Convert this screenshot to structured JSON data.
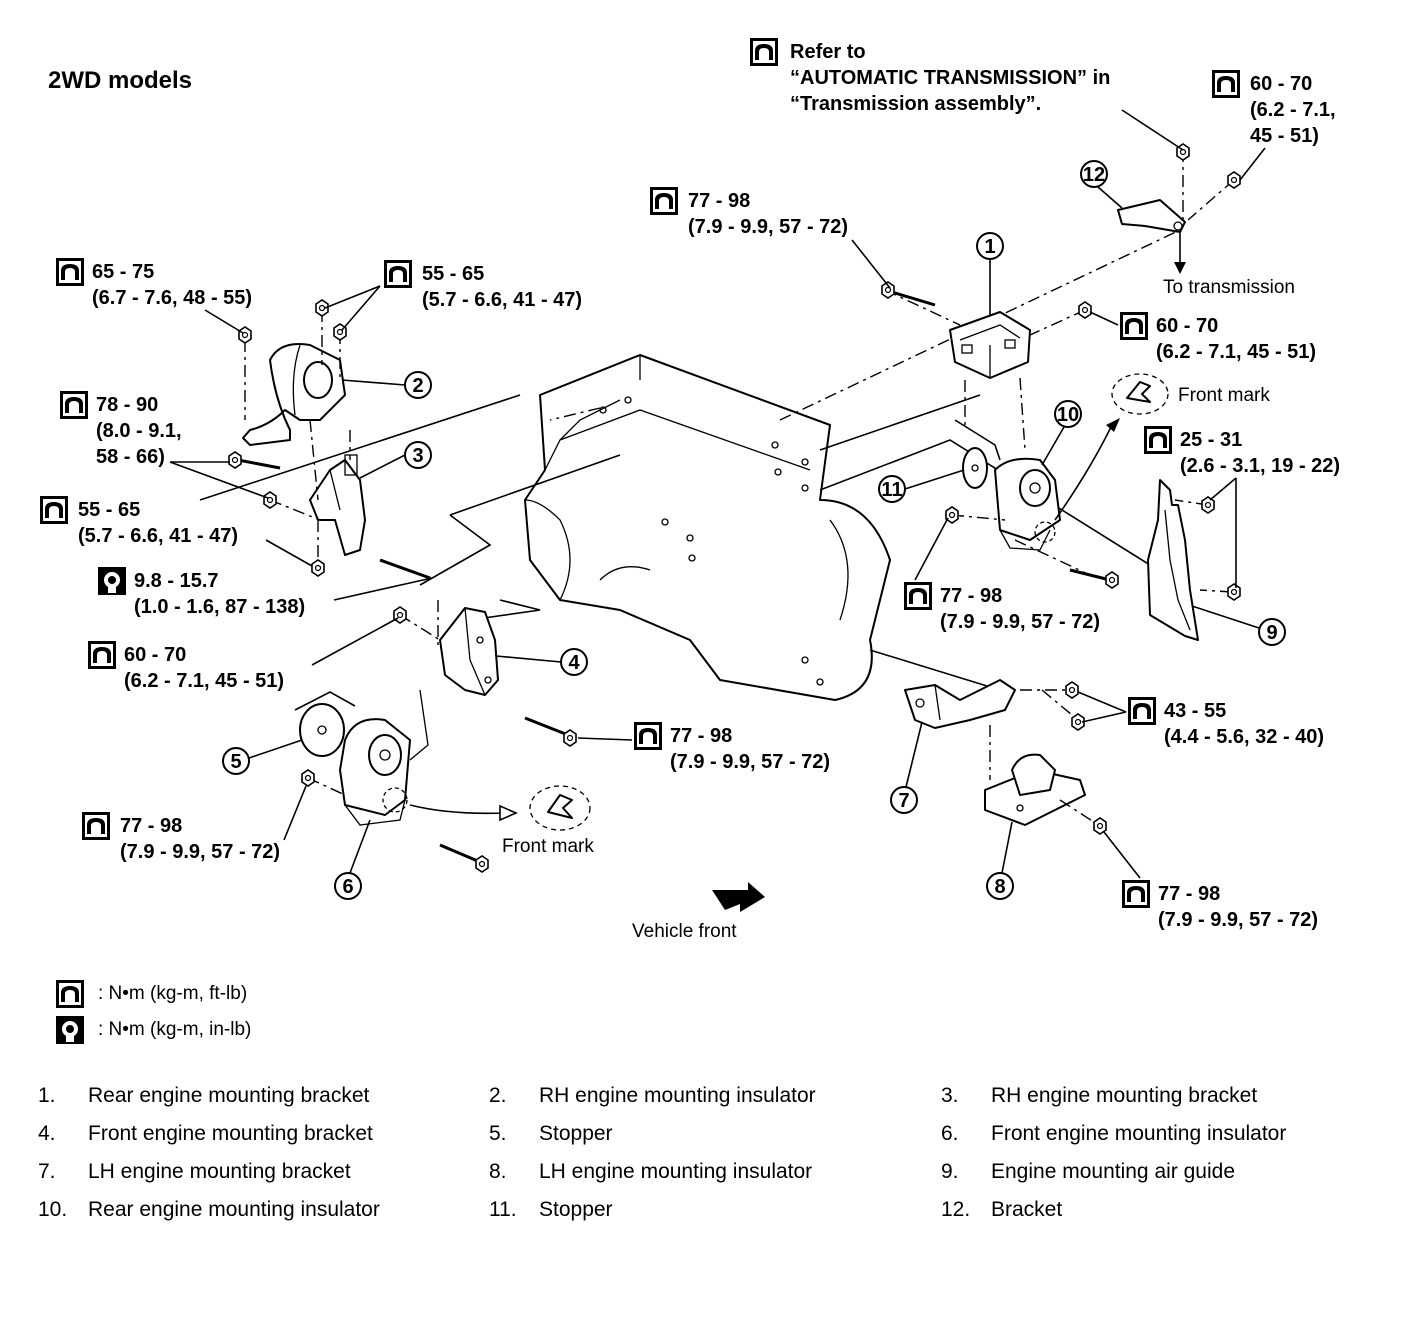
{
  "title": "2WD models",
  "note": {
    "line1": "Refer to",
    "line2": "“AUTOMATIC TRANSMISSION” in",
    "line3": "“Transmission assembly”."
  },
  "labels": {
    "to_transmission": "To transmission",
    "front_mark_right": "Front mark",
    "front_mark_left": "Front mark",
    "vehicle_front": "Vehicle front"
  },
  "torques": [
    {
      "id": "t1",
      "l1": "60 - 70",
      "l2": "(6.2 - 7.1,",
      "l3": "45 - 51)"
    },
    {
      "id": "t2",
      "l1": "77 - 98",
      "l2": "(7.9 - 9.9, 57 - 72)"
    },
    {
      "id": "t3",
      "l1": "65 - 75",
      "l2": "(6.7 - 7.6, 48 - 55)"
    },
    {
      "id": "t4",
      "l1": "55 - 65",
      "l2": "(5.7 - 6.6, 41 - 47)"
    },
    {
      "id": "t5",
      "l1": "60 - 70",
      "l2": "(6.2 - 7.1, 45 - 51)"
    },
    {
      "id": "t6",
      "l1": "78 - 90",
      "l2": "(8.0 - 9.1,",
      "l3": "58 - 66)"
    },
    {
      "id": "t7",
      "l1": "25 - 31",
      "l2": "(2.6 - 3.1, 19 - 22)"
    },
    {
      "id": "t8",
      "l1": "55 - 65",
      "l2": "(5.7 - 6.6, 41 - 47)"
    },
    {
      "id": "t9",
      "l1": "9.8 - 15.7",
      "l2": "(1.0 - 1.6, 87 - 138)"
    },
    {
      "id": "t10",
      "l1": "77 - 98",
      "l2": "(7.9 - 9.9, 57 - 72)"
    },
    {
      "id": "t11",
      "l1": "60 - 70",
      "l2": "(6.2 - 7.1, 45 - 51)"
    },
    {
      "id": "t12",
      "l1": "43 - 55",
      "l2": "(4.4 - 5.6, 32 - 40)"
    },
    {
      "id": "t13",
      "l1": "77 - 98",
      "l2": "(7.9 - 9.9, 57 - 72)"
    },
    {
      "id": "t14",
      "l1": "77 - 98",
      "l2": "(7.9 - 9.9, 57 - 72)"
    },
    {
      "id": "t15",
      "l1": "77 - 98",
      "l2": "(7.9 - 9.9, 57 - 72)"
    }
  ],
  "callouts": [
    "1",
    "2",
    "3",
    "4",
    "5",
    "6",
    "7",
    "8",
    "9",
    "10",
    "11",
    "12"
  ],
  "units": {
    "ftlb": ": N•m (kg-m, ft-lb)",
    "inlb": ": N•m (kg-m, in-lb)"
  },
  "parts": [
    {
      "num": "1.",
      "name": "Rear engine mounting bracket"
    },
    {
      "num": "2.",
      "name": "RH engine mounting insulator"
    },
    {
      "num": "3.",
      "name": "RH engine mounting bracket"
    },
    {
      "num": "4.",
      "name": "Front engine mounting bracket"
    },
    {
      "num": "5.",
      "name": "Stopper"
    },
    {
      "num": "6.",
      "name": "Front engine mounting insulator"
    },
    {
      "num": "7.",
      "name": "LH engine mounting bracket"
    },
    {
      "num": "8.",
      "name": "LH engine mounting insulator"
    },
    {
      "num": "9.",
      "name": "Engine mounting air guide"
    },
    {
      "num": "10.",
      "name": "Rear engine mounting insulator"
    },
    {
      "num": "11.",
      "name": "Stopper"
    },
    {
      "num": "12.",
      "name": "Bracket"
    }
  ]
}
